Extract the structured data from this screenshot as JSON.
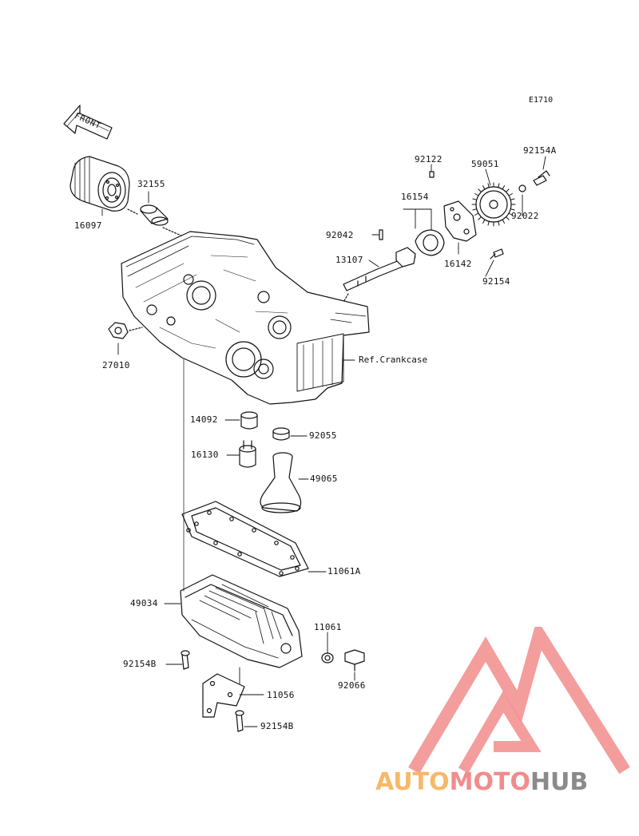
{
  "diagram": {
    "code": "E1710",
    "front_label": "FRONT",
    "ref_label": "Ref.Crankcase",
    "parts": [
      {
        "id": "16097"
      },
      {
        "id": "32155"
      },
      {
        "id": "27010"
      },
      {
        "id": "92122"
      },
      {
        "id": "59051"
      },
      {
        "id": "92154A"
      },
      {
        "id": "16154"
      },
      {
        "id": "92022"
      },
      {
        "id": "92042"
      },
      {
        "id": "13107"
      },
      {
        "id": "16142"
      },
      {
        "id": "92154"
      },
      {
        "id": "14092"
      },
      {
        "id": "92055"
      },
      {
        "id": "16130"
      },
      {
        "id": "49065"
      },
      {
        "id": "11061A"
      },
      {
        "id": "49034"
      },
      {
        "id": "11061"
      },
      {
        "id": "92154B"
      },
      {
        "id": "92066"
      },
      {
        "id": "11056"
      },
      {
        "id": "92154B"
      }
    ]
  },
  "watermark": {
    "part1": "AUTO",
    "part2": "MOTO",
    "part3": "HUB",
    "color_orange": "#f6b968",
    "color_red": "#f28c8c",
    "color_gray": "#8a8a8a"
  }
}
